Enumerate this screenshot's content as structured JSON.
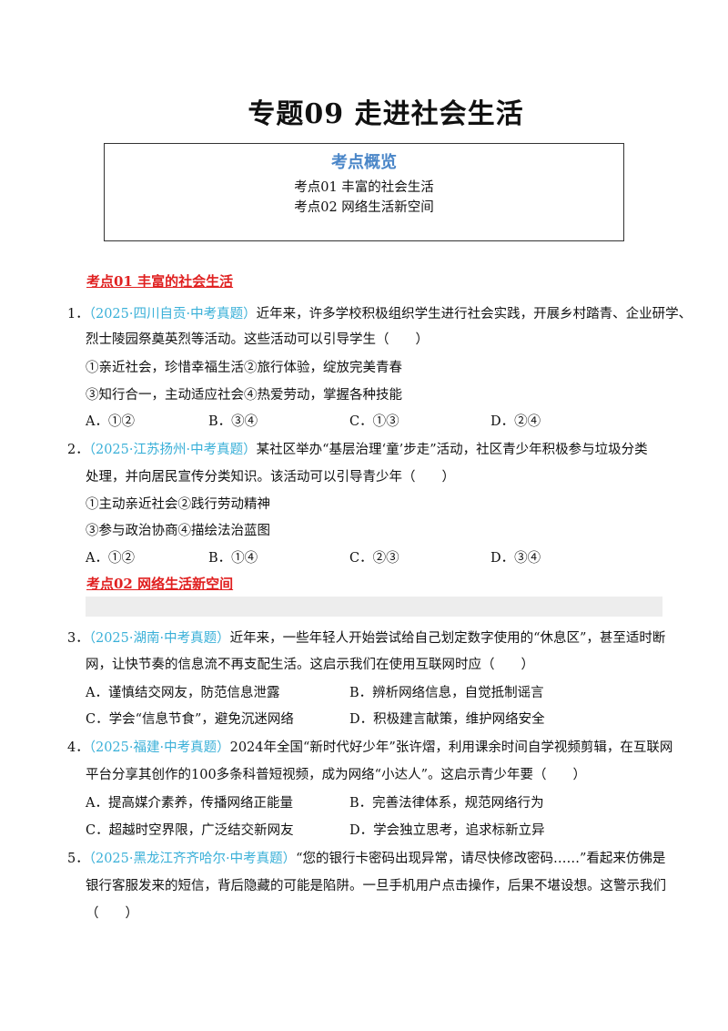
{
  "title": "专题09 走进社会生活",
  "overview": {
    "heading": "考点概览",
    "items": [
      "考点01  丰富的社会生活",
      "考点02  网络生活新空间"
    ]
  },
  "sections": [
    {
      "heading": "考点01  丰富的社会生活"
    },
    {
      "heading": "考点02  网络生活新空间"
    }
  ],
  "questions": [
    {
      "num": "1．",
      "source": "（2025·四川自贡·中考真题）",
      "lines": [
        "近年来，许多学校积极组织学生进行社会实践，开展乡村踏青、企业研学、",
        "烈士陵园祭奠英烈等活动。这些活动可以引导学生（　　）"
      ],
      "statements": [
        "①亲近社会，珍惜幸福生活②旅行体验，绽放完美青春",
        "③知行合一，主动适应社会④热爱劳动，掌握各种技能"
      ],
      "options": [
        "A．①②",
        "B．③④",
        "C．①③",
        "D．②④"
      ]
    },
    {
      "num": "2．",
      "source": "（2025·江苏扬州·中考真题）",
      "lines": [
        "某社区举办“基层治理‘童’步走”活动，社区青少年积极参与垃圾分类",
        "处理，并向居民宣传分类知识。该活动可以引导青少年（　　）"
      ],
      "statements": [
        "①主动亲近社会②践行劳动精神",
        "③参与政治协商④描绘法治蓝图"
      ],
      "options": [
        "A．①②",
        "B．①④",
        "C．②③",
        "D．③④"
      ]
    },
    {
      "num": "3．",
      "source": "（2025·湖南·中考真题）",
      "lines": [
        "近年来，一些年轻人开始尝试给自己划定数字使用的“休息区”，甚至适时断",
        "网，让快节奏的信息流不再支配生活。这启示我们在使用互联网时应（　　）"
      ],
      "options": [
        "A．谨慎结交网友，防范信息泄露",
        "B．辨析网络信息，自觉抵制谣言",
        "C．学会“信息节食”，避免沉迷网络",
        "D．积极建言献策，维护网络安全"
      ]
    },
    {
      "num": "4．",
      "source": "（2025·福建·中考真题）",
      "lines": [
        "2024年全国“新时代好少年”张许熠，利用课余时间自学视频剪辑，在互联网",
        "平台分享其创作的100多条科普短视频，成为网络“小达人”。这启示青少年要（　　）"
      ],
      "options": [
        "A．提高媒介素养，传播网络正能量",
        "B．完善法律体系，规范网络行为",
        "C．超越时空界限，广泛结交新网友",
        "D．学会独立思考，追求标新立异"
      ]
    },
    {
      "num": "5．",
      "source": "（2025·黑龙江齐齐哈尔·中考真题）",
      "lines": [
        "“您的银行卡密码出现异常，请尽快修改密码……”看起来仿佛是",
        "银行客服发来的短信，背后隐藏的可能是陷阱。一旦手机用户点击操作，后果不堪设想。这警示我们",
        "（　　）"
      ]
    }
  ]
}
